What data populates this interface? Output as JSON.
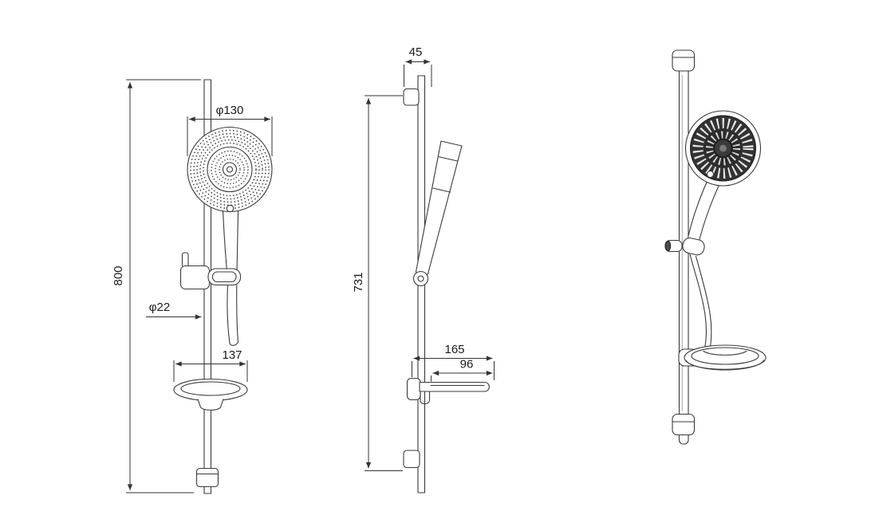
{
  "meta": {
    "background_color": "#ffffff",
    "line_color": "#3a3a3a",
    "text_color": "#1a1a1a",
    "drawing_type": "shower slide bar set - 3 view technical drawing"
  },
  "dimensions": {
    "front": {
      "head_diameter": "φ130",
      "overall_height": "800",
      "rail_diameter": "φ22",
      "dish_width": "137"
    },
    "side": {
      "wall_offset": "45",
      "bar_length": "731",
      "dish_depth": "165",
      "dish_tray_depth": "96"
    }
  }
}
